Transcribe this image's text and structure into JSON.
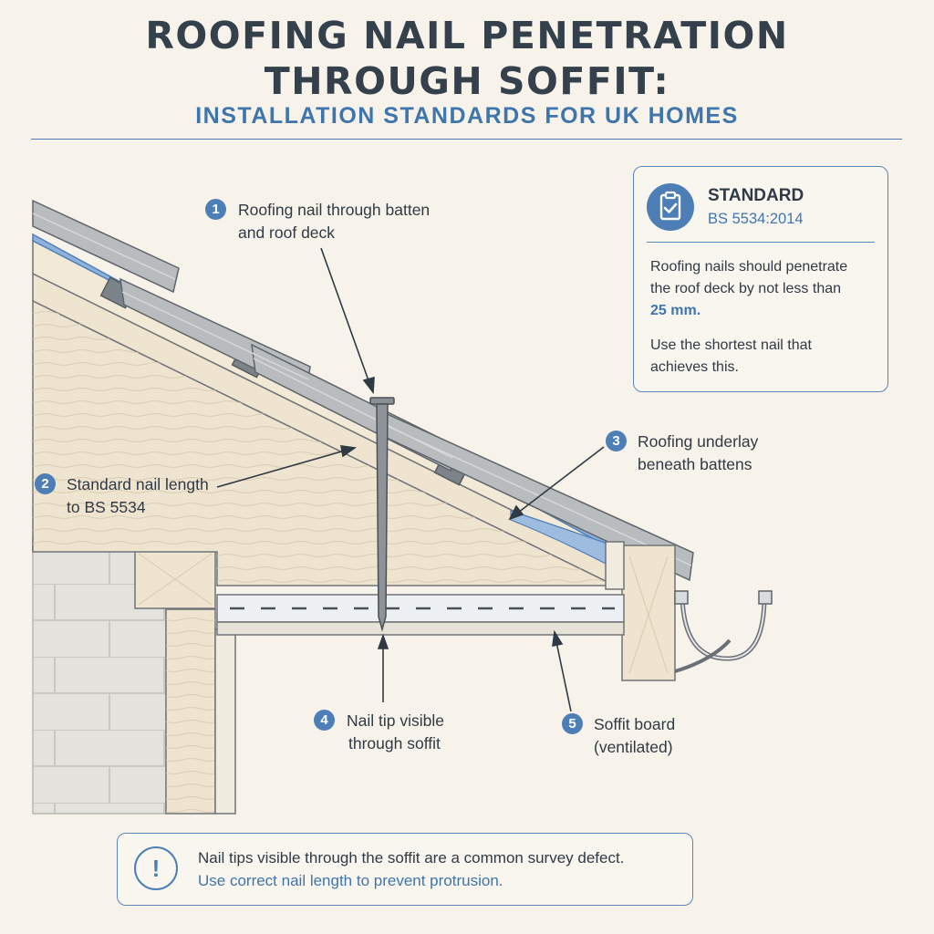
{
  "header": {
    "title_line1": "ROOFING NAIL PENETRATION",
    "title_line2": "THROUGH SOFFIT:",
    "subtitle": "INSTALLATION STANDARDS FOR UK HOMES"
  },
  "callouts": [
    {
      "number": "1",
      "line1": "Roofing nail through batten",
      "line2": "and roof deck"
    },
    {
      "number": "2",
      "line1": "Standard nail length",
      "line2": "to BS 5534"
    },
    {
      "number": "3",
      "line1": "Roofing underlay",
      "line2": "beneath battens"
    },
    {
      "number": "4",
      "line1": "Nail tip visible",
      "line2": "through soffit"
    },
    {
      "number": "5",
      "line1": "Soffit board",
      "line2": "(ventilated)"
    }
  ],
  "standard_box": {
    "icon": "clipboard-check-icon",
    "heading": "STANDARD",
    "code": "BS 5534:2014",
    "body_line1": "Roofing nails should penetrate",
    "body_line2": "the roof deck by not less than",
    "highlight": "25 mm.",
    "body_line3": "Use the shortest nail that",
    "body_line4": "achieves this."
  },
  "alert": {
    "icon": "exclamation-icon",
    "symbol": "!",
    "line1": "Nail tips visible through the soffit are a common survey defect.",
    "line2": "Use correct nail length to prevent protrusion."
  },
  "colors": {
    "accent": "#4d7fb6",
    "title": "#34404b",
    "background": "#f7f3ea",
    "timber": "#efe4cf",
    "tile": "#b9bcbe",
    "underlay": "#8fb1dc"
  }
}
